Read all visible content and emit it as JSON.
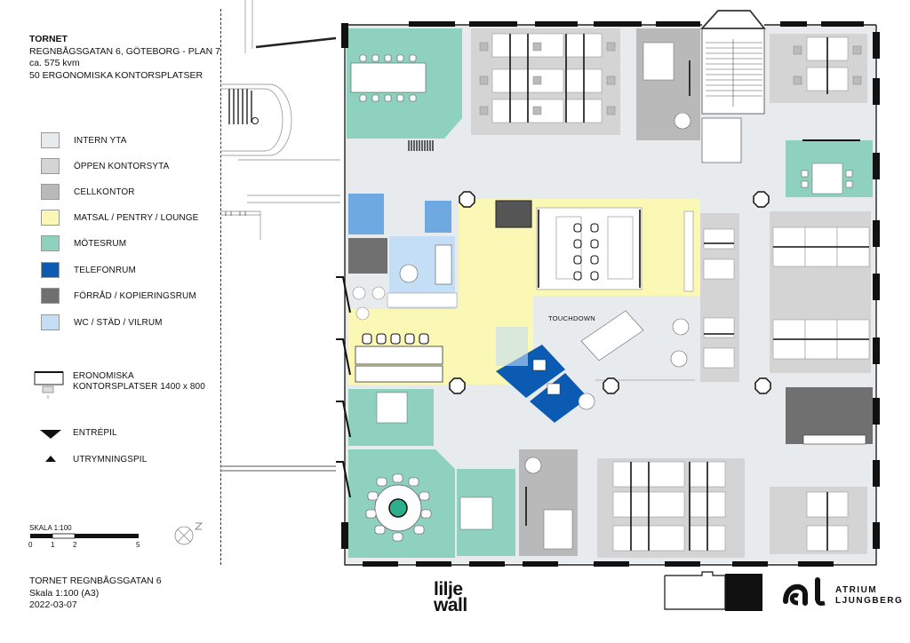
{
  "header": {
    "title": "TORNET",
    "address": "REGNBÅGSGATAN 6, GÖTEBORG - PLAN 7",
    "area": "ca. 575 kvm",
    "workplaces": "50 ERGONOMISKA KONTORSPLATSER"
  },
  "legend": {
    "items": [
      {
        "label": "INTERN YTA",
        "color": "#e8ebee"
      },
      {
        "label": "ÖPPEN KONTORSYTA",
        "color": "#d4d4d4"
      },
      {
        "label": "CELLKONTOR",
        "color": "#b9b9b9"
      },
      {
        "label": "MATSAL / PENTRY / LOUNGE",
        "color": "#fbf7b4"
      },
      {
        "label": "MÖTESRUM",
        "color": "#8fd1bf"
      },
      {
        "label": "TELEFONRUM",
        "color": "#0b5bb3"
      },
      {
        "label": "FÖRRÅD / KOPIERINGSRUM",
        "color": "#707070"
      },
      {
        "label": "WC / STÄD / VILRUM",
        "color": "#c4def6"
      }
    ],
    "desk_line1": "ERONOMISKA",
    "desk_line2": "KONTORSPLATSER 1400 x 800",
    "entry_label": "ENTRÉPIL",
    "exit_label": "UTRYMNINGSPIL"
  },
  "scale": {
    "title": "SKALA 1:100",
    "ticks": [
      "0",
      "1",
      "2",
      "5"
    ]
  },
  "plan": {
    "touchdown": "TOUCHDOWN"
  },
  "footer": {
    "line1": "TORNET REGNBÅGSGATAN 6",
    "line2": "Skala 1:100 (A3)",
    "line3": "2022-03-07"
  },
  "logos": {
    "liljewall_1": "lilje",
    "liljewall_2": "wall",
    "atrium_1": "ATRIUM",
    "atrium_2": "LJUNGBERG"
  }
}
